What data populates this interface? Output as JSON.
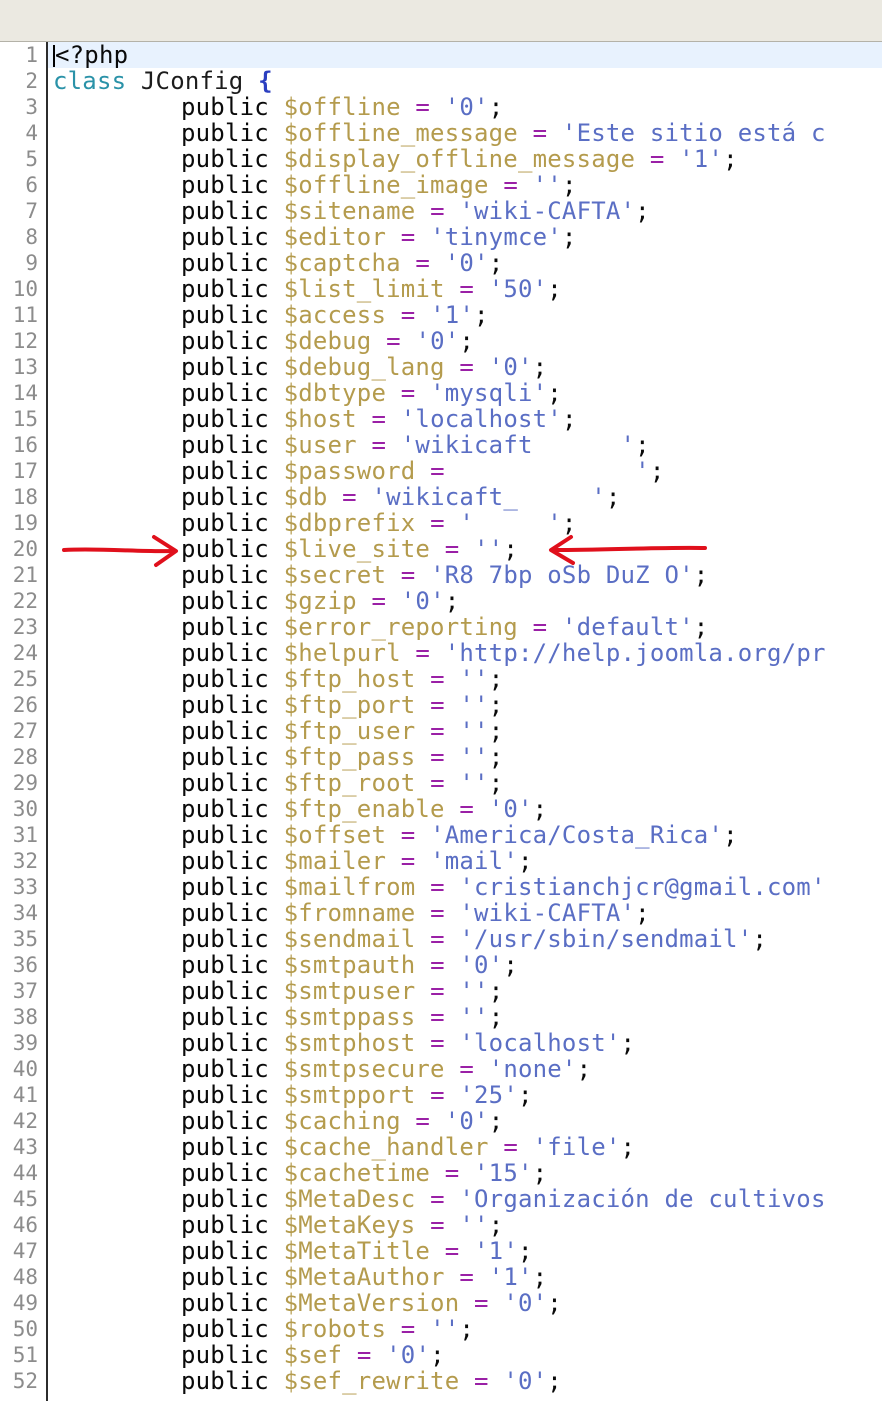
{
  "editor": {
    "lines": [
      {
        "n": "1",
        "code": "<?php"
      },
      {
        "n": "2",
        "kw": "class",
        "cls": "JConfig",
        "brace": "{"
      },
      {
        "n": "3",
        "pub": "public",
        "var": "$offline",
        "eq": "=",
        "val": "'0'",
        "end": ";"
      },
      {
        "n": "4",
        "pub": "public",
        "var": "$offline_message",
        "eq": "=",
        "val": "'Este sitio está c",
        "end": ""
      },
      {
        "n": "5",
        "pub": "public",
        "var": "$display_offline_message",
        "eq": "=",
        "val": "'1'",
        "end": ";"
      },
      {
        "n": "6",
        "pub": "public",
        "var": "$offline_image",
        "eq": "=",
        "val": "''",
        "end": ";"
      },
      {
        "n": "7",
        "pub": "public",
        "var": "$sitename",
        "eq": "=",
        "val": "'wiki-CAFTA'",
        "end": ";"
      },
      {
        "n": "8",
        "pub": "public",
        "var": "$editor",
        "eq": "=",
        "val": "'tinymce'",
        "end": ";"
      },
      {
        "n": "9",
        "pub": "public",
        "var": "$captcha",
        "eq": "=",
        "val": "'0'",
        "end": ";"
      },
      {
        "n": "10",
        "pub": "public",
        "var": "$list_limit",
        "eq": "=",
        "val": "'50'",
        "end": ";"
      },
      {
        "n": "11",
        "pub": "public",
        "var": "$access",
        "eq": "=",
        "val": "'1'",
        "end": ";"
      },
      {
        "n": "12",
        "pub": "public",
        "var": "$debug",
        "eq": "=",
        "val": "'0'",
        "end": ";"
      },
      {
        "n": "13",
        "pub": "public",
        "var": "$debug_lang",
        "eq": "=",
        "val": "'0'",
        "end": ";"
      },
      {
        "n": "14",
        "pub": "public",
        "var": "$dbtype",
        "eq": "=",
        "val": "'mysqli'",
        "end": ";"
      },
      {
        "n": "15",
        "pub": "public",
        "var": "$host",
        "eq": "=",
        "val": "'localhost'",
        "end": ";"
      },
      {
        "n": "16",
        "pub": "public",
        "var": "$user",
        "eq": "=",
        "val": "'wikicaft      '",
        "end": ";"
      },
      {
        "n": "17",
        "pub": "public",
        "var": "$password",
        "eq": "=",
        "val": "            '",
        "end": ";"
      },
      {
        "n": "18",
        "pub": "public",
        "var": "$db",
        "eq": "=",
        "val": "'wikicaft_     '",
        "end": ";"
      },
      {
        "n": "19",
        "pub": "public",
        "var": "$dbprefix",
        "eq": "=",
        "val": "'     '",
        "end": ";"
      },
      {
        "n": "20",
        "pub": "public",
        "var": "$live_site",
        "eq": "=",
        "val": "''",
        "end": ";"
      },
      {
        "n": "21",
        "pub": "public",
        "var": "$secret",
        "eq": "=",
        "val": "'R8 7bp oSb DuZ O'",
        "end": ";"
      },
      {
        "n": "22",
        "pub": "public",
        "var": "$gzip",
        "eq": "=",
        "val": "'0'",
        "end": ";"
      },
      {
        "n": "23",
        "pub": "public",
        "var": "$error_reporting",
        "eq": "=",
        "val": "'default'",
        "end": ";"
      },
      {
        "n": "24",
        "pub": "public",
        "var": "$helpurl",
        "eq": "=",
        "val": "'http://help.joomla.org/pr",
        "end": ""
      },
      {
        "n": "25",
        "pub": "public",
        "var": "$ftp_host",
        "eq": "=",
        "val": "''",
        "end": ";"
      },
      {
        "n": "26",
        "pub": "public",
        "var": "$ftp_port",
        "eq": "=",
        "val": "''",
        "end": ";"
      },
      {
        "n": "27",
        "pub": "public",
        "var": "$ftp_user",
        "eq": "=",
        "val": "''",
        "end": ";"
      },
      {
        "n": "28",
        "pub": "public",
        "var": "$ftp_pass",
        "eq": "=",
        "val": "''",
        "end": ";"
      },
      {
        "n": "29",
        "pub": "public",
        "var": "$ftp_root",
        "eq": "=",
        "val": "''",
        "end": ";"
      },
      {
        "n": "30",
        "pub": "public",
        "var": "$ftp_enable",
        "eq": "=",
        "val": "'0'",
        "end": ";"
      },
      {
        "n": "31",
        "pub": "public",
        "var": "$offset",
        "eq": "=",
        "val": "'America/Costa_Rica'",
        "end": ";"
      },
      {
        "n": "32",
        "pub": "public",
        "var": "$mailer",
        "eq": "=",
        "val": "'mail'",
        "end": ";"
      },
      {
        "n": "33",
        "pub": "public",
        "var": "$mailfrom",
        "eq": "=",
        "val": "'cristianchjcr@gmail.com'",
        "end": ""
      },
      {
        "n": "34",
        "pub": "public",
        "var": "$fromname",
        "eq": "=",
        "val": "'wiki-CAFTA'",
        "end": ";"
      },
      {
        "n": "35",
        "pub": "public",
        "var": "$sendmail",
        "eq": "=",
        "val": "'/usr/sbin/sendmail'",
        "end": ";"
      },
      {
        "n": "36",
        "pub": "public",
        "var": "$smtpauth",
        "eq": "=",
        "val": "'0'",
        "end": ";"
      },
      {
        "n": "37",
        "pub": "public",
        "var": "$smtpuser",
        "eq": "=",
        "val": "''",
        "end": ";"
      },
      {
        "n": "38",
        "pub": "public",
        "var": "$smtppass",
        "eq": "=",
        "val": "''",
        "end": ";"
      },
      {
        "n": "39",
        "pub": "public",
        "var": "$smtphost",
        "eq": "=",
        "val": "'localhost'",
        "end": ";"
      },
      {
        "n": "40",
        "pub": "public",
        "var": "$smtpsecure",
        "eq": "=",
        "val": "'none'",
        "end": ";"
      },
      {
        "n": "41",
        "pub": "public",
        "var": "$smtpport",
        "eq": "=",
        "val": "'25'",
        "end": ";"
      },
      {
        "n": "42",
        "pub": "public",
        "var": "$caching",
        "eq": "=",
        "val": "'0'",
        "end": ";"
      },
      {
        "n": "43",
        "pub": "public",
        "var": "$cache_handler",
        "eq": "=",
        "val": "'file'",
        "end": ";"
      },
      {
        "n": "44",
        "pub": "public",
        "var": "$cachetime",
        "eq": "=",
        "val": "'15'",
        "end": ";"
      },
      {
        "n": "45",
        "pub": "public",
        "var": "$MetaDesc",
        "eq": "=",
        "val": "'Organización de cultivos",
        "end": ""
      },
      {
        "n": "46",
        "pub": "public",
        "var": "$MetaKeys",
        "eq": "=",
        "val": "''",
        "end": ";"
      },
      {
        "n": "47",
        "pub": "public",
        "var": "$MetaTitle",
        "eq": "=",
        "val": "'1'",
        "end": ";"
      },
      {
        "n": "48",
        "pub": "public",
        "var": "$MetaAuthor",
        "eq": "=",
        "val": "'1'",
        "end": ";"
      },
      {
        "n": "49",
        "pub": "public",
        "var": "$MetaVersion",
        "eq": "=",
        "val": "'0'",
        "end": ";"
      },
      {
        "n": "50",
        "pub": "public",
        "var": "$robots",
        "eq": "=",
        "val": "''",
        "end": ";"
      },
      {
        "n": "51",
        "pub": "public",
        "var": "$sef",
        "eq": "=",
        "val": "'0'",
        "end": ";"
      },
      {
        "n": "52",
        "pub": "public",
        "var": "$sef_rewrite",
        "eq": "=",
        "val": "'0'",
        "end": ";"
      }
    ]
  },
  "colors": {
    "keyword_class": "#2a92a8",
    "variable": "#b49b4d",
    "operator": "#9a20a6",
    "string": "#5a6ec4",
    "annotation_arrow": "#e0101c",
    "current_line": "#e8f2fe"
  },
  "annotations": [
    "right-arrow-icon",
    "left-arrow-icon"
  ]
}
